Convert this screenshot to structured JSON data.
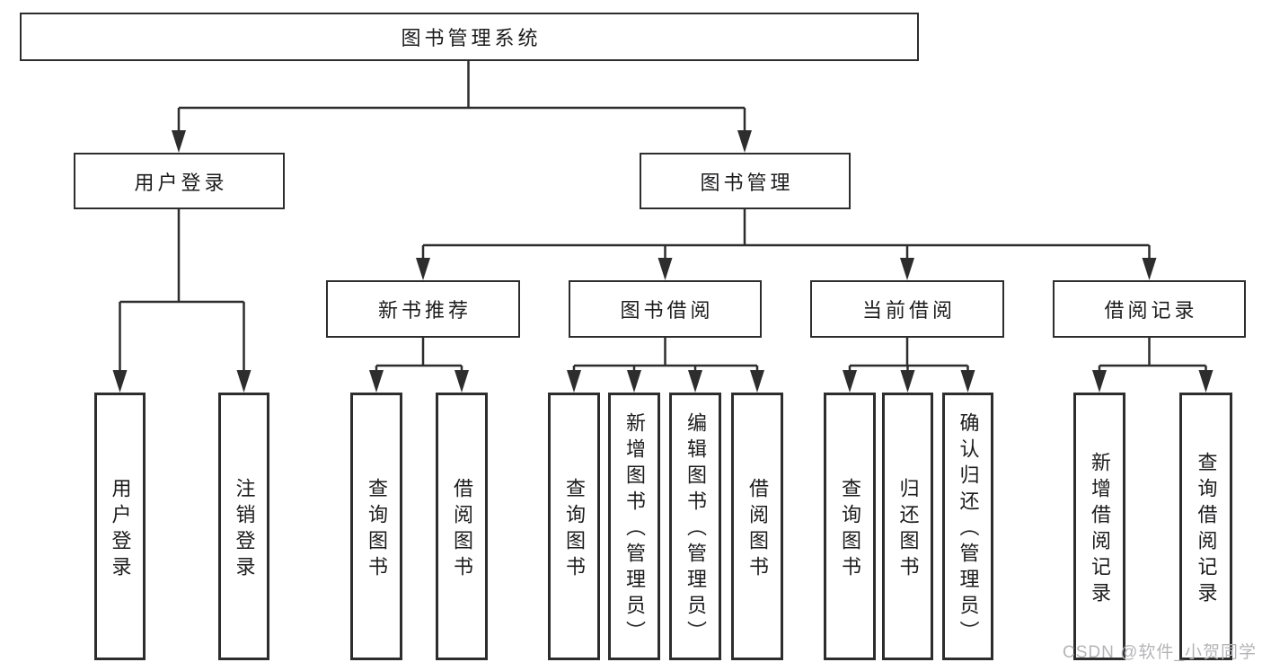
{
  "diagram": {
    "title": "图书管理系统",
    "level2": {
      "user_login": "用户登录",
      "book_mgmt": "图书管理"
    },
    "level3": {
      "new_book": "新书推荐",
      "book_borrow": "图书借阅",
      "current_borrow": "当前借阅",
      "borrow_records": "借阅记录"
    },
    "leaves": {
      "user_login": [
        "用户登录",
        "注销登录"
      ],
      "new_book": [
        "查询图书",
        "借阅图书"
      ],
      "book_borrow": [
        "查询图书",
        "新增图书（管理员）",
        "编辑图书（管理员）",
        "借阅图书"
      ],
      "current_borrow": [
        "查询图书",
        "归还图书",
        "确认归还（管理员）"
      ],
      "borrow_records": [
        "新增借阅记录",
        "查询借阅记录"
      ]
    },
    "colors": {
      "line": "#2d2d2d",
      "text": "#1c1c1e",
      "box_fill": "#ffffff",
      "watermark": "#b5b5b8",
      "background": "#ffffff"
    }
  },
  "watermark": {
    "text": "CSDN @软件_小贺同学"
  }
}
